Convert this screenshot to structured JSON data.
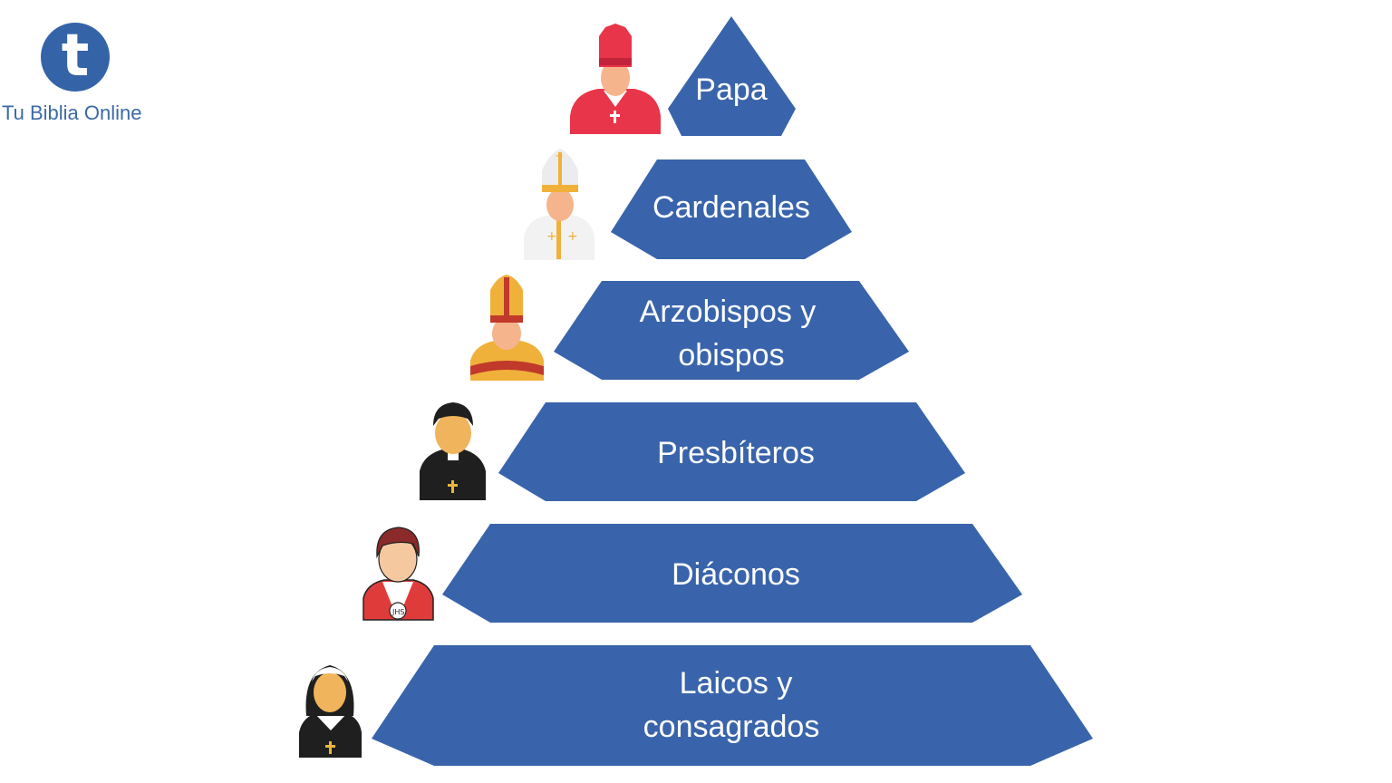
{
  "logo": {
    "letter": "t",
    "text": "Tu Biblia Online",
    "color": "#3563a8"
  },
  "colors": {
    "tier_fill": "#3964ab",
    "label_text": "#ffffff"
  },
  "levels": [
    {
      "lines": [
        "Papa"
      ],
      "icon": "pope-icon"
    },
    {
      "lines": [
        "Cardenales"
      ],
      "icon": "cardinal-icon"
    },
    {
      "lines": [
        "Arzobispos y",
        "obispos"
      ],
      "icon": "archbishop-icon"
    },
    {
      "lines": [
        "Presbíteros"
      ],
      "icon": "priest-icon"
    },
    {
      "lines": [
        "Diáconos"
      ],
      "icon": "deacon-icon"
    },
    {
      "lines": [
        "Laicos y",
        "consagrados"
      ],
      "icon": "nun-icon"
    }
  ]
}
